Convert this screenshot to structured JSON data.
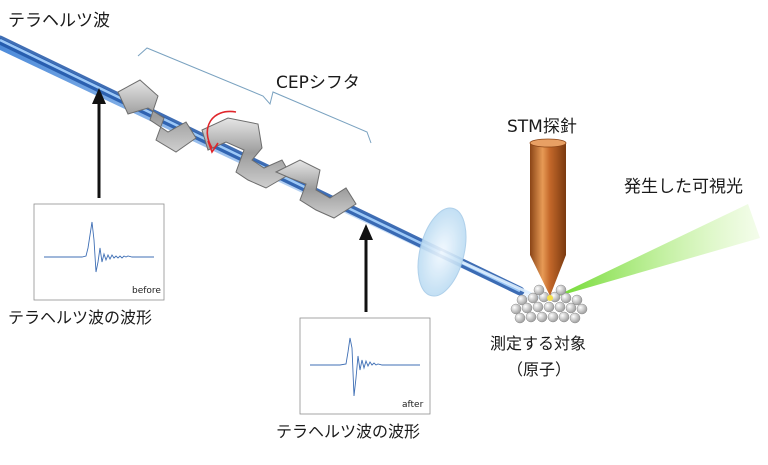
{
  "labels": {
    "thz_wave": "テラヘルツ波",
    "cep_shifter": "CEPシフタ",
    "stm_tip": "STM探針",
    "emitted_light": "発生した可視光",
    "waveform_before": "テラヘルツ波の波形",
    "waveform_after": "テラヘルツ波の波形",
    "target_line1": "測定する対象",
    "target_line2": "（原子）"
  },
  "insets": {
    "before_caption": "before",
    "after_caption": "after"
  },
  "colors": {
    "beam": "#2f6fc8",
    "beam_highlight": "#a9d4ff",
    "tip": "#c9702a",
    "green_light": "#4fc21a",
    "rotation_arrow": "#e0262b",
    "waveform_line": "#3f6fb5",
    "lens": "#cfe6f7"
  },
  "icons": {
    "rotation": "curved-arrow-icon",
    "pointer": "up-arrow-icon"
  }
}
